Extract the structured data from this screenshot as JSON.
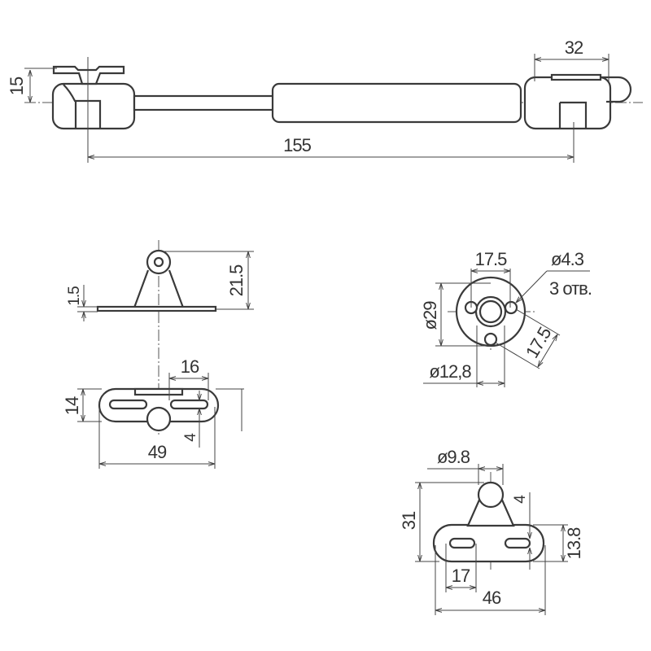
{
  "drawing": {
    "top_view": {
      "dim_height": "15",
      "dim_length": "155",
      "dim_end": "32"
    },
    "side_bracket": {
      "dim_plate": "1.5",
      "dim_height": "21.5"
    },
    "top_bracket": {
      "dim_slot_spacing": "16",
      "dim_width": "14",
      "dim_slot": "4",
      "dim_length": "49"
    },
    "flange": {
      "dim_top": "17.5",
      "dim_hole": "ø4.3",
      "hole_count": "3 отв.",
      "dim_outer": "ø29",
      "dim_diag": "17.5",
      "dim_inner": "ø12,8"
    },
    "ball_bracket": {
      "dim_ball": "ø9.8",
      "dim_height": "31",
      "dim_slot": "4",
      "dim_plate": "13.8",
      "dim_offset": "17",
      "dim_length": "46"
    }
  }
}
